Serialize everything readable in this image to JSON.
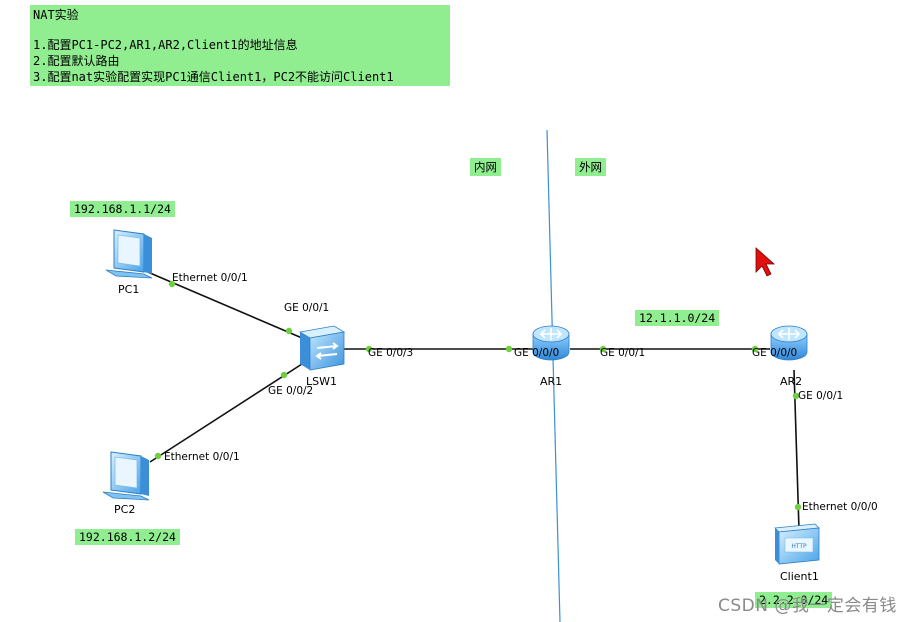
{
  "note": {
    "title": "NAT实验",
    "steps": [
      "1.配置PC1-PC2,AR1,AR2,Client1的地址信息",
      "2.配置默认路由",
      "3.配置nat实验配置实现PC1通信Client1，PC2不能访问Client1"
    ]
  },
  "zones": {
    "inner": "内网",
    "outer": "外网"
  },
  "subnets": {
    "pc1": "192.168.1.1/24",
    "pc2": "192.168.1.2/24",
    "wan": "12.1.1.0/24",
    "client": "2.2.2.0/24"
  },
  "devices": {
    "pc1": "PC1",
    "pc2": "PC2",
    "lsw1": "LSW1",
    "ar1": "AR1",
    "ar2": "AR2",
    "client1": "Client1"
  },
  "interfaces": {
    "pc1_eth": "Ethernet 0/0/1",
    "lsw_ge001": "GE 0/0/1",
    "lsw_ge002": "GE 0/0/2",
    "pc2_eth": "Ethernet 0/0/1",
    "lsw_ge003": "GE 0/0/3",
    "ar1_ge000": "GE 0/0/0",
    "ar1_ge001": "GE 0/0/1",
    "ar2_ge000": "GE 0/0/0",
    "ar2_ge001": "GE 0/0/1",
    "client_eth": "Ethernet 0/0/0"
  },
  "client_icon_text": "HTTP",
  "watermark": "CSDN @我一定会有钱",
  "colors": {
    "label_bg": "#90ee90",
    "link": "#111111",
    "port_dot": "#6fcf3f",
    "zone_line": "#3d8fd6",
    "cursor": "#e01010",
    "device_blue": "#4aa3e8"
  }
}
